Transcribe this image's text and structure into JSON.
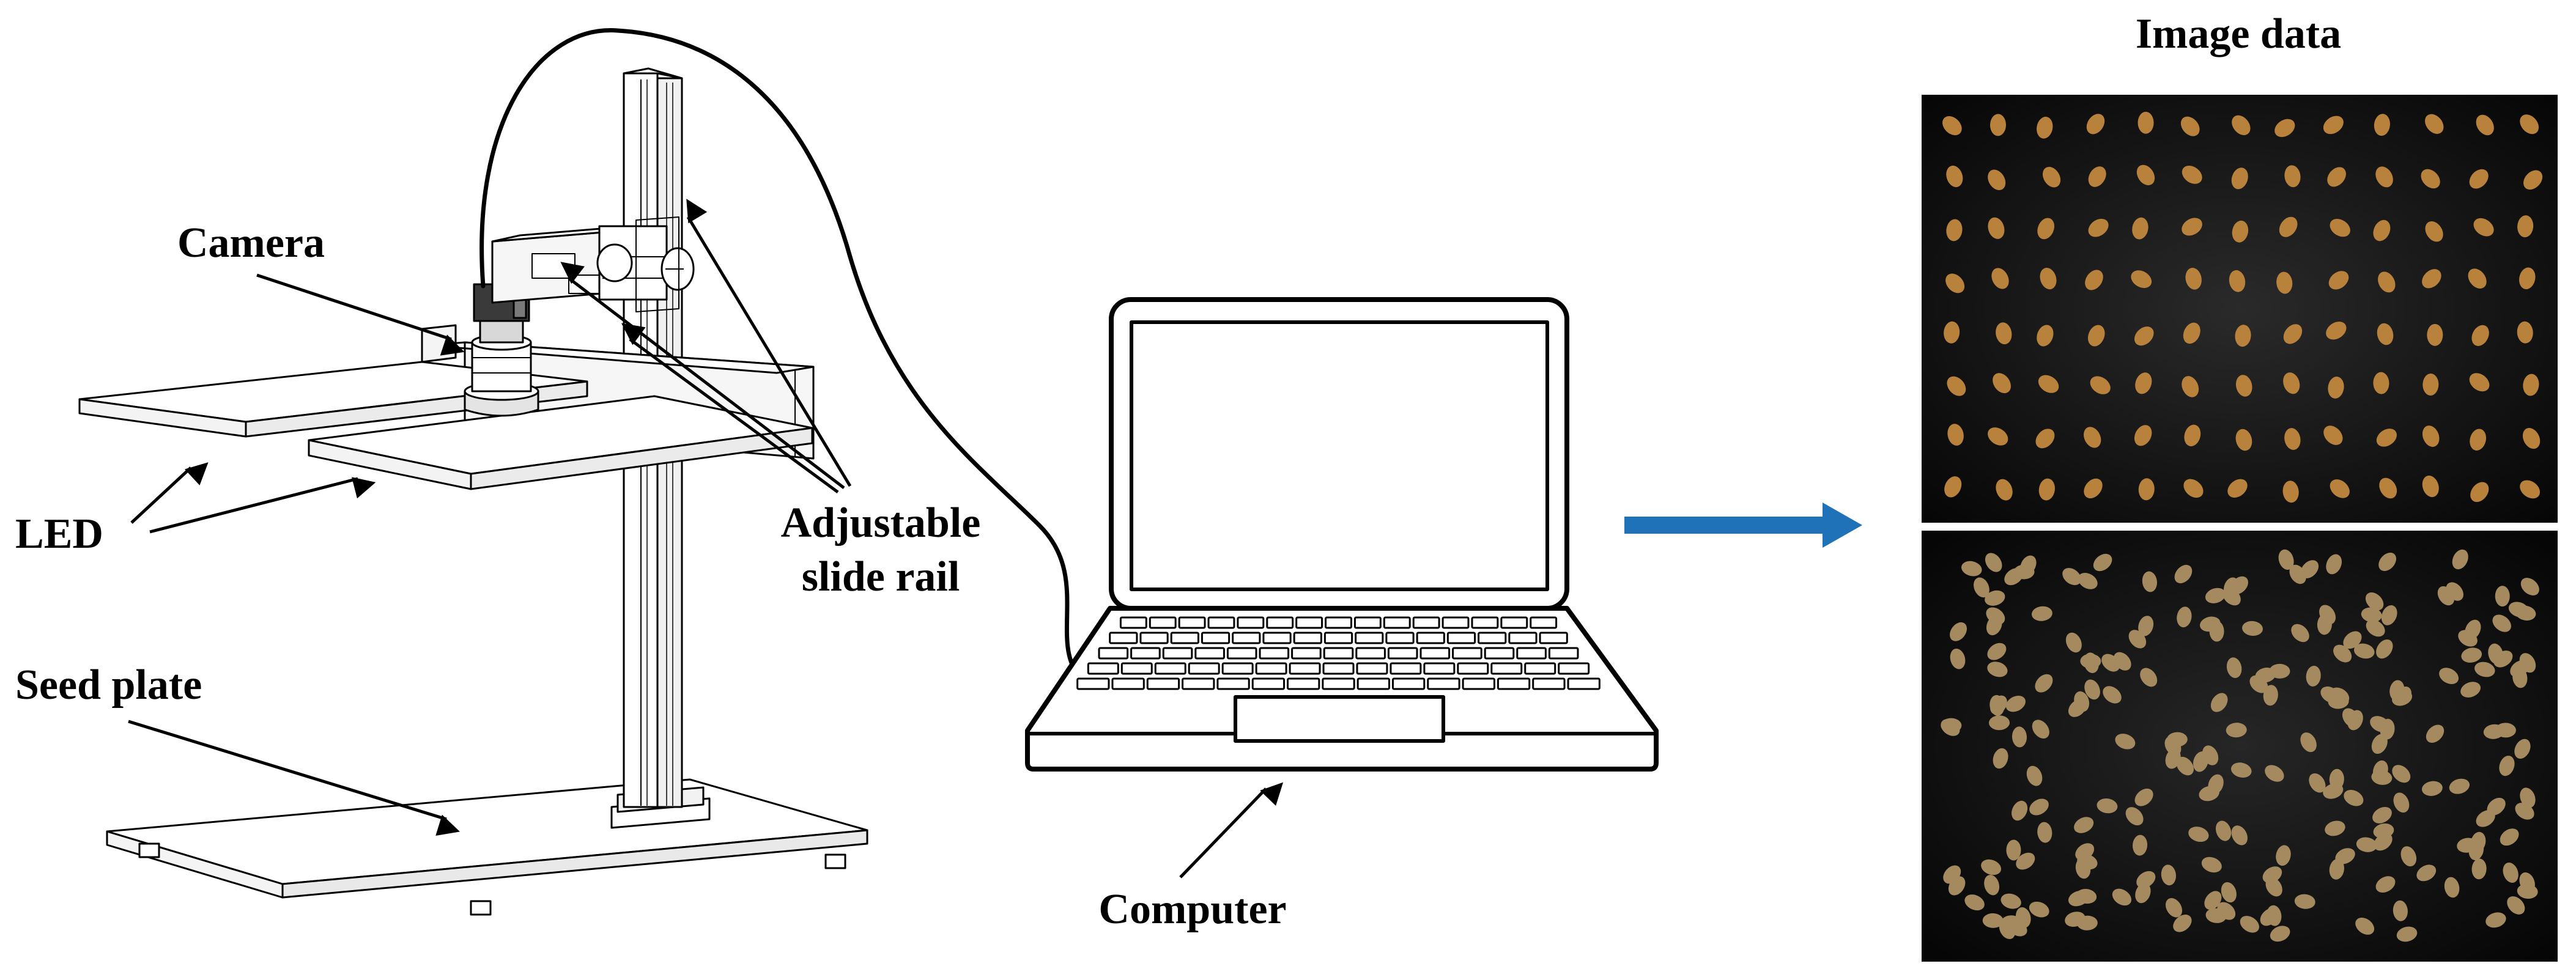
{
  "labels": {
    "camera": "Camera",
    "led": "LED",
    "seed_plate": "Seed plate",
    "rail_line1": "Adjustable",
    "rail_line2": "slide rail",
    "computer": "Computer",
    "image_data": "Image data"
  },
  "colors": {
    "stroke": "#000000",
    "arrow_flow": "#1f72b8",
    "photo_bg": "#121212",
    "seed_top": "#b8823c",
    "seed_bottom": "#a58a60"
  },
  "photos": {
    "top": {
      "layout": "grid",
      "rows": 8,
      "cols": 13
    },
    "bottom": {
      "layout": "scattered",
      "count": 210
    }
  }
}
